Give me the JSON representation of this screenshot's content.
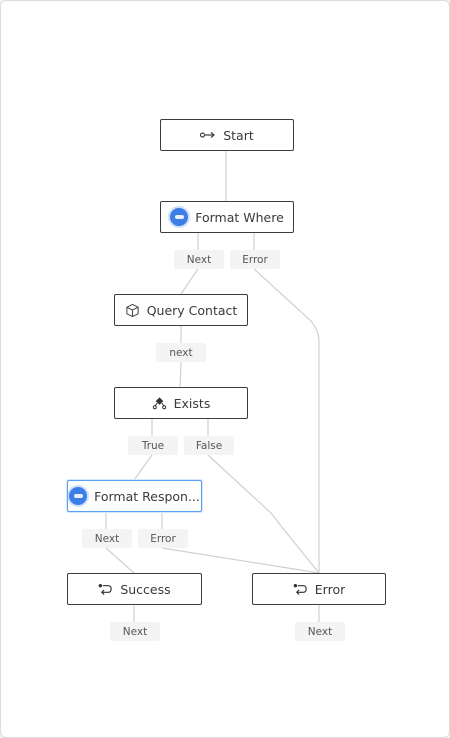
{
  "nodes": {
    "start": {
      "label": "Start",
      "icon": "arrow-right-icon"
    },
    "format_where": {
      "label": "Format Where",
      "icon": "service-icon"
    },
    "query_contact": {
      "label": "Query Contact",
      "icon": "cube-icon"
    },
    "exists": {
      "label": "Exists",
      "icon": "branch-icon"
    },
    "format_response": {
      "label": "Format Respon...",
      "icon": "service-icon"
    },
    "success": {
      "label": "Success",
      "icon": "return-icon"
    },
    "error": {
      "label": "Error",
      "icon": "return-icon"
    }
  },
  "ports": {
    "format_where_next": "Next",
    "format_where_error": "Error",
    "query_contact_next": "next",
    "exists_true": "True",
    "exists_false": "False",
    "format_response_next": "Next",
    "format_response_error": "Error",
    "success_next": "Next",
    "error_next": "Next"
  },
  "colors": {
    "node_border": "#3c3c3c",
    "selected_border": "#5aa0f0",
    "service_icon": "#3d7ee6",
    "edge": "#d0d0d0"
  }
}
